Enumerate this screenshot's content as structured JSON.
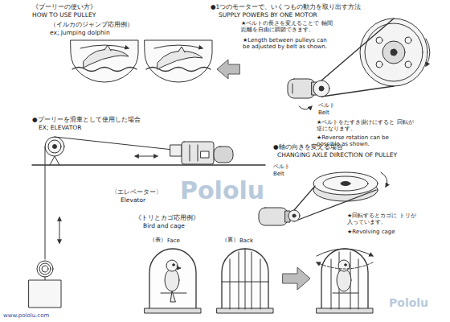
{
  "diagram": {
    "title": "《プーリーの使い方》",
    "labels": [
      "HOW TO USE PULLEY",
      "（イルカのジャンプ応用例）",
      "ex; Jumping dolphin",
      "●1つのモーターで、いくつもの動力を取り出す方法",
      "SUPPLY POWERS BY ONE MOTOR",
      "★ベルトの長さを変えることで 軸間距離を自由に調節できます。",
      "★Length between pulleys can be adjusted by belt as shown.",
      "ベルト",
      "Belt",
      "★ベルトをたすき掛けにすると 回転が逆になります。",
      "★Reverse rotation can be possible as shown.",
      "●プーリーを滑車として使用した場合",
      "EX; ELEVATOR",
      "〈エレベーター〉",
      "Elevator",
      "●軸の向きを変える場合",
      "CHANGING AXLE DIRECTION OF PULLEY",
      "ベルト",
      "Belt",
      "《トリとカゴ応用例》",
      "Bird and cage",
      "（表）",
      "Face",
      "（裏）",
      "Back",
      "★回転するとカゴに トリが入っています。",
      "★Revolving cage",
      "Pololu",
      "Pololu",
      "www.pololu.com"
    ]
  }
}
